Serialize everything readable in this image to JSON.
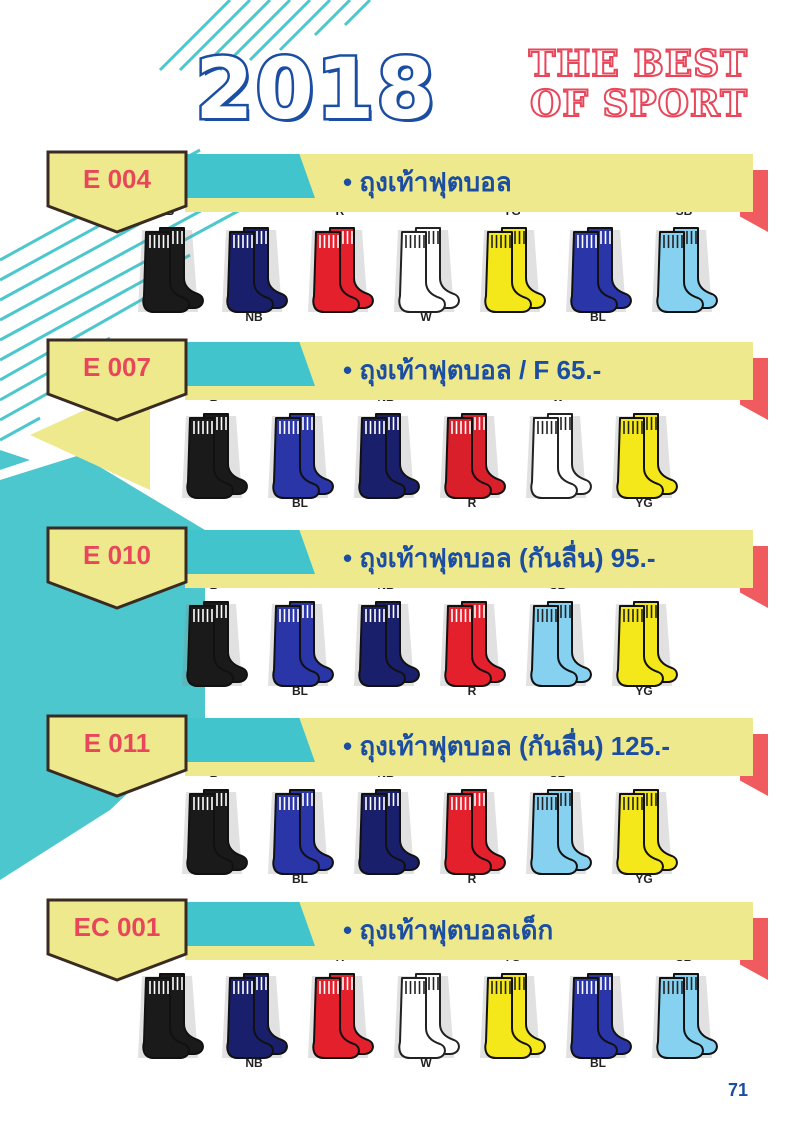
{
  "header": {
    "year": "2018",
    "tagline_line1": "THE BEST",
    "tagline_line2": "OF SPORT"
  },
  "colors": {
    "brand_blue": "#1b4ea3",
    "accent_red": "#e8465a",
    "band_yellow": "#eee98c",
    "tab_teal": "#42c4cc"
  },
  "sections": [
    {
      "code": "E 004",
      "title": "• ถุงเท้าฟุตบอล",
      "socks": [
        {
          "label": "B",
          "color": "#1a1a1a",
          "pos": "top"
        },
        {
          "label": "NB",
          "color": "#1a1f6b",
          "pos": "bottom"
        },
        {
          "label": "R",
          "color": "#e3202b",
          "pos": "top"
        },
        {
          "label": "W",
          "color": "#ffffff",
          "pos": "bottom"
        },
        {
          "label": "YG",
          "color": "#f4e71a",
          "pos": "top"
        },
        {
          "label": "BL",
          "color": "#2a35a8",
          "pos": "bottom"
        },
        {
          "label": "SB",
          "color": "#86d0f0",
          "pos": "top"
        }
      ]
    },
    {
      "code": "E 007",
      "title": "• ถุงเท้าฟุตบอล / F 65.-",
      "socks": [
        {
          "label": "B",
          "color": "#1a1a1a",
          "pos": "top"
        },
        {
          "label": "BL",
          "color": "#2a35a8",
          "pos": "bottom"
        },
        {
          "label": "NB",
          "color": "#1a1f6b",
          "pos": "top"
        },
        {
          "label": "R",
          "color": "#d81f2a",
          "pos": "bottom"
        },
        {
          "label": "W",
          "color": "#ffffff",
          "pos": "top"
        },
        {
          "label": "YG",
          "color": "#f4e71a",
          "pos": "bottom"
        }
      ]
    },
    {
      "code": "E 010",
      "title": "• ถุงเท้าฟุตบอล (กันลื่น) 95.-",
      "socks": [
        {
          "label": "B",
          "color": "#1a1a1a",
          "pos": "top"
        },
        {
          "label": "BL",
          "color": "#2a35a8",
          "pos": "bottom"
        },
        {
          "label": "NB",
          "color": "#1a1f6b",
          "pos": "top"
        },
        {
          "label": "R",
          "color": "#e3202b",
          "pos": "bottom"
        },
        {
          "label": "SB",
          "color": "#86d0f0",
          "pos": "top"
        },
        {
          "label": "YG",
          "color": "#f4e71a",
          "pos": "bottom"
        }
      ]
    },
    {
      "code": "E 011",
      "title": "• ถุงเท้าฟุตบอล (กันลื่น) 125.-",
      "socks": [
        {
          "label": "B",
          "color": "#1a1a1a",
          "pos": "top"
        },
        {
          "label": "BL",
          "color": "#2a35a8",
          "pos": "bottom"
        },
        {
          "label": "NB",
          "color": "#1a1f6b",
          "pos": "top"
        },
        {
          "label": "R",
          "color": "#e3202b",
          "pos": "bottom"
        },
        {
          "label": "SB",
          "color": "#86d0f0",
          "pos": "top"
        },
        {
          "label": "YG",
          "color": "#f4e71a",
          "pos": "bottom"
        }
      ]
    },
    {
      "code": "EC 001",
      "title": "• ถุงเท้าฟุตบอลเด็ก",
      "socks": [
        {
          "label": "B",
          "color": "#1a1a1a",
          "pos": "top"
        },
        {
          "label": "NB",
          "color": "#1a1f6b",
          "pos": "bottom"
        },
        {
          "label": "R",
          "color": "#e3202b",
          "pos": "top"
        },
        {
          "label": "W",
          "color": "#ffffff",
          "pos": "bottom"
        },
        {
          "label": "YG",
          "color": "#f4e71a",
          "pos": "top"
        },
        {
          "label": "BL",
          "color": "#2a35a8",
          "pos": "bottom"
        },
        {
          "label": "SB",
          "color": "#86d0f0",
          "pos": "top"
        }
      ]
    }
  ],
  "page_number": "71"
}
